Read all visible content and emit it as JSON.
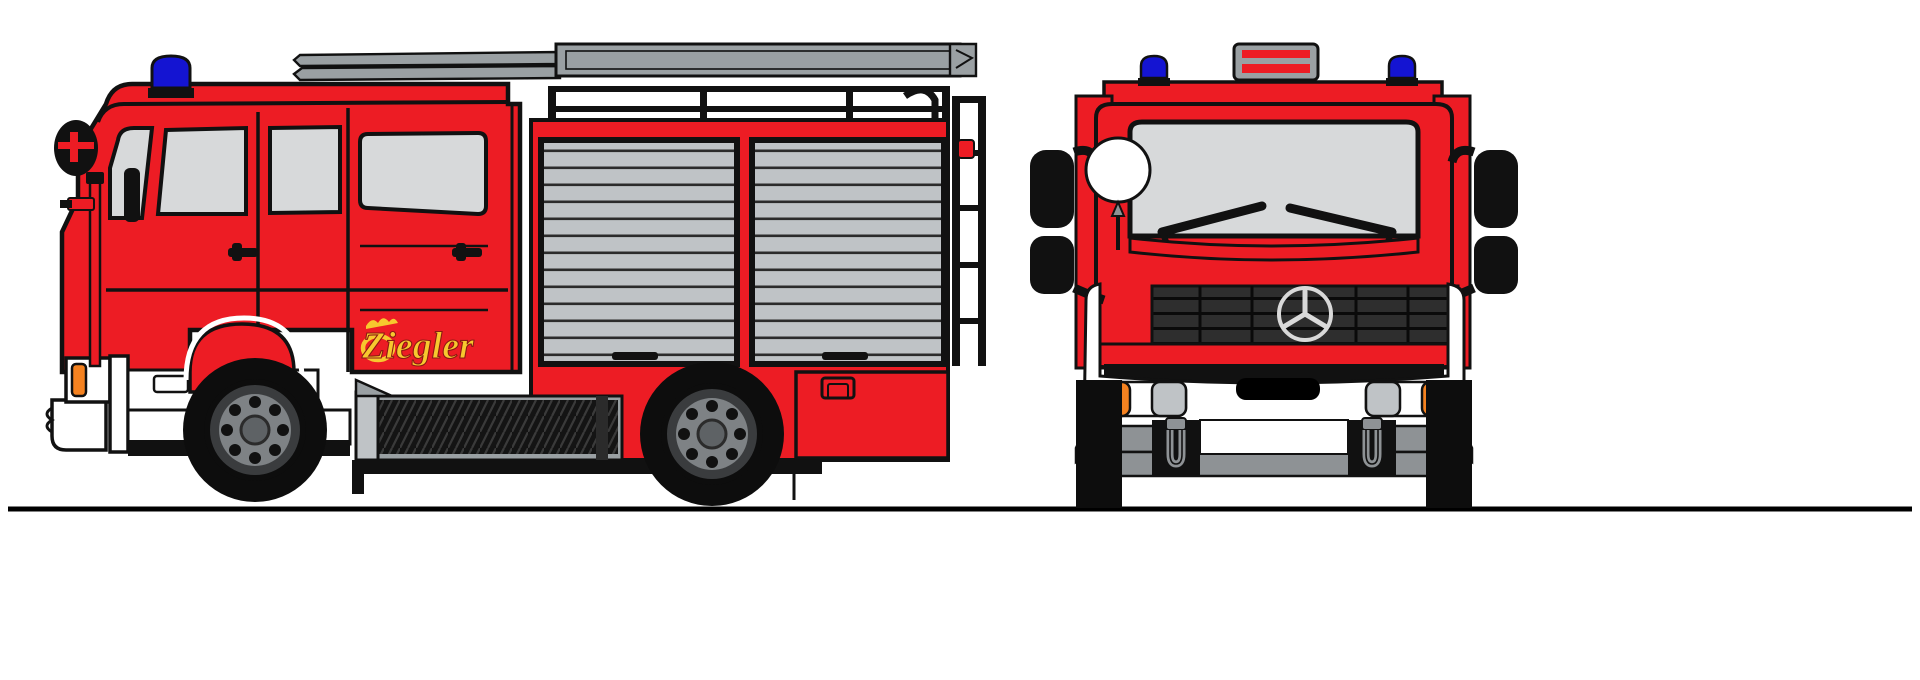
{
  "illustration": {
    "title": "Ziegler Mercedes-Benz Fire Engine Technical Illustration",
    "background_color": "#ffffff",
    "ground_line_color": "#000000",
    "views": [
      {
        "id": "side-view",
        "label": "Side view (left profile)"
      },
      {
        "id": "front-view",
        "label": "Front view"
      }
    ]
  },
  "branding": {
    "body_manufacturer": "Ziegler",
    "logo_text": "Ziegler",
    "logo_color": "#F7C82E",
    "logo_outline_color": "#8a1a12",
    "chassis_manufacturer_emblem": "mercedes-benz-star",
    "emblem_color": "#d9d9d9"
  },
  "palette": {
    "body_red": "#ED1C24",
    "body_red_dark": "#C8141B",
    "outline_black": "#111111",
    "shutter_gray": "#BFC3C6",
    "shutter_slat": "#2b2b2b",
    "glass_gray": "#D7D9DA",
    "ladder_gray": "#9AA0A3",
    "bumper_white": "#FFFFFF",
    "bumper_gray": "#8E9295",
    "tire_black": "#0D0D0D",
    "hub_gray": "#7E8285",
    "beacon_blue": "#1414D2",
    "indicator_orange": "#F58220",
    "headlight_silver": "#BFC3C6"
  },
  "side_view": {
    "name": "side-view",
    "components": [
      {
        "id": "cab",
        "label": "Crew cab",
        "color": "#ED1C24"
      },
      {
        "id": "cab-roof-beacon",
        "label": "Blue rotating beacon",
        "color": "#1414D2"
      },
      {
        "id": "mirror-arm",
        "label": "Mirror on red post",
        "color": "#111111"
      },
      {
        "id": "windshield",
        "label": "Windshield",
        "color": "#D7D9DA"
      },
      {
        "id": "door-window-front",
        "label": "Front door window",
        "color": "#D7D9DA"
      },
      {
        "id": "door-window-rear",
        "label": "Rear door window",
        "color": "#D7D9DA"
      },
      {
        "id": "door-handle-front",
        "label": "Front door handle",
        "color": "#111111"
      },
      {
        "id": "door-handle-rear",
        "label": "Rear door handle",
        "color": "#111111"
      },
      {
        "id": "roof-ladder",
        "label": "Roof-mounted extension ladder",
        "color": "#9AA0A3"
      },
      {
        "id": "roof-rail",
        "label": "Roof equipment rail",
        "color": "#111111"
      },
      {
        "id": "shutter-front",
        "label": "Front roller shutter locker",
        "color": "#BFC3C6"
      },
      {
        "id": "shutter-rear",
        "label": "Rear roller shutter locker",
        "color": "#BFC3C6"
      },
      {
        "id": "running-board",
        "label": "Anti-slip running board",
        "color": "#1a1a1a"
      },
      {
        "id": "front-bumper",
        "label": "Front bumper",
        "color": "#FFFFFF"
      },
      {
        "id": "side-marker",
        "label": "Amber side marker",
        "color": "#F58220"
      },
      {
        "id": "wheel-front",
        "label": "Front wheel",
        "color": "#0D0D0D"
      },
      {
        "id": "wheel-rear",
        "label": "Rear wheel",
        "color": "#0D0D0D"
      },
      {
        "id": "rear-locker",
        "label": "Rear equipment locker",
        "color": "#ED1C24"
      },
      {
        "id": "rear-ladder",
        "label": "Rear access ladder",
        "color": "#111111"
      }
    ]
  },
  "front_view": {
    "name": "front-view",
    "components": [
      {
        "id": "cab-front",
        "label": "Cab front face",
        "color": "#ED1C24"
      },
      {
        "id": "beacon-left",
        "label": "Left blue beacon",
        "color": "#1414D2"
      },
      {
        "id": "beacon-right",
        "label": "Right blue beacon",
        "color": "#1414D2"
      },
      {
        "id": "roof-ladder-front",
        "label": "Roof ladder end view",
        "color": "#9AA0A3"
      },
      {
        "id": "mirror-left",
        "label": "Left mirror",
        "color": "#111111"
      },
      {
        "id": "mirror-right",
        "label": "Right mirror",
        "color": "#111111"
      },
      {
        "id": "search-light",
        "label": "Search light",
        "color": "#FFFFFF"
      },
      {
        "id": "windshield-front",
        "label": "Windshield",
        "color": "#D7D9DA"
      },
      {
        "id": "wiper-left",
        "label": "Left wiper",
        "color": "#111111"
      },
      {
        "id": "wiper-right",
        "label": "Right wiper",
        "color": "#111111"
      },
      {
        "id": "grille",
        "label": "Radiator grille",
        "color": "#2b2b2b"
      },
      {
        "id": "emblem",
        "label": "Mercedes-Benz star",
        "color": "#d9d9d9"
      },
      {
        "id": "headlight-left",
        "label": "Left headlight",
        "color": "#BFC3C6"
      },
      {
        "id": "headlight-right",
        "label": "Right headlight",
        "color": "#BFC3C6"
      },
      {
        "id": "indicator-left",
        "label": "Left amber indicator",
        "color": "#F58220"
      },
      {
        "id": "indicator-right",
        "label": "Right amber indicator",
        "color": "#F58220"
      },
      {
        "id": "license-plate-recess",
        "label": "License plate recess",
        "color": "#000000"
      },
      {
        "id": "front-bumper-front",
        "label": "Front bumper",
        "color": "#8E9295"
      },
      {
        "id": "tow-hook-left",
        "label": "Left tow hook",
        "color": "#8E9295"
      },
      {
        "id": "tow-hook-right",
        "label": "Right tow hook",
        "color": "#8E9295"
      },
      {
        "id": "tire-left",
        "label": "Left front tire",
        "color": "#0D0D0D"
      },
      {
        "id": "tire-right",
        "label": "Right front tire",
        "color": "#0D0D0D"
      }
    ]
  }
}
